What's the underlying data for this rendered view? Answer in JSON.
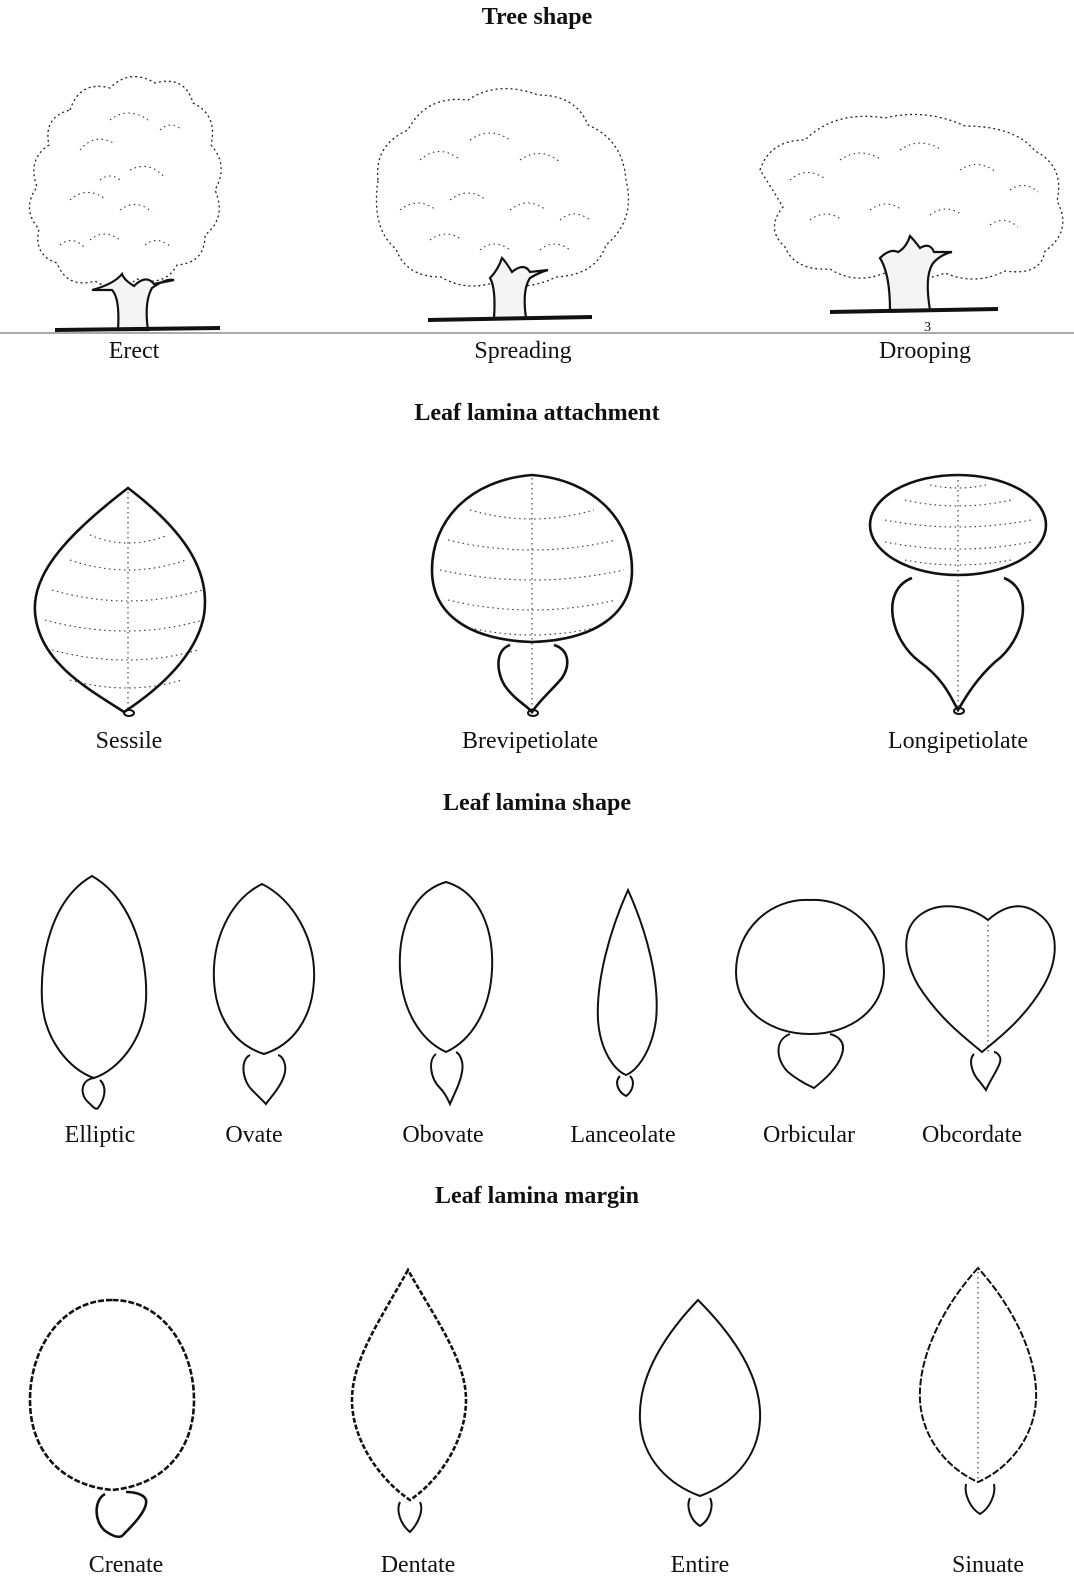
{
  "sections": {
    "tree_shape": {
      "title": "Tree shape",
      "items": [
        "Erect",
        "Spreading",
        "Drooping"
      ]
    },
    "attachment": {
      "title": "Leaf lamina attachment",
      "items": [
        "Sessile",
        "Brevipetiolate",
        "Longipetiolate"
      ]
    },
    "shape": {
      "title": "Leaf lamina shape",
      "items": [
        "Elliptic",
        "Ovate",
        "Obovate",
        "Lanceolate",
        "Orbicular",
        "Obcordate"
      ]
    },
    "margin": {
      "title": "Leaf lamina margin",
      "items": [
        "Crenate",
        "Dentate",
        "Entire",
        "Sinuate"
      ]
    }
  },
  "stray_mark": "3"
}
